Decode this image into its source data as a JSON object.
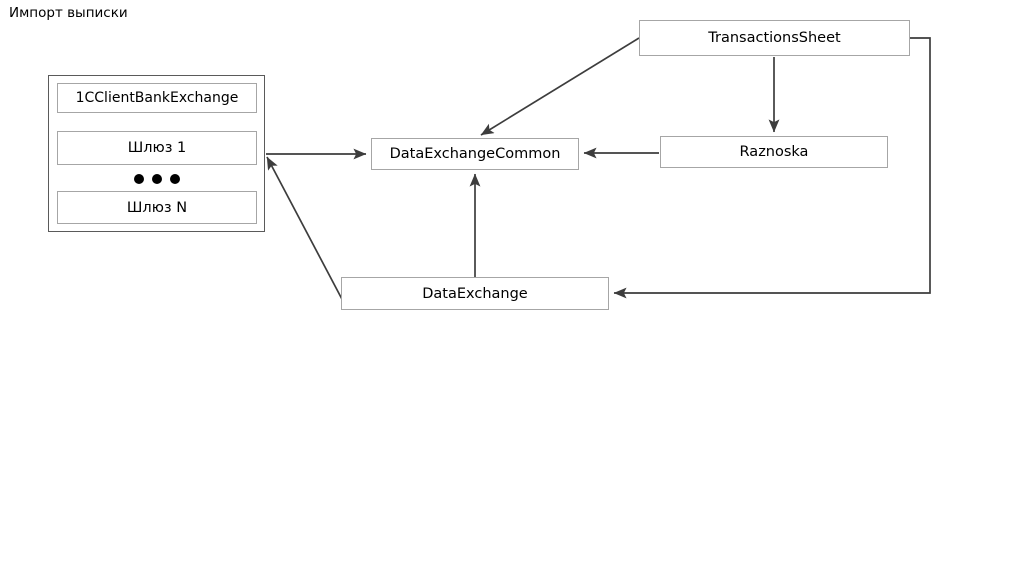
{
  "page": {
    "title": "Импорт выписки",
    "background_color": "#ffffff"
  },
  "diagram": {
    "type": "flow-diagram",
    "colors": {
      "group_border": "#5a5a5a",
      "node_border": "#a6a6a6",
      "node_fill": "#ffffff",
      "edge": "#404040",
      "text": "#000000"
    },
    "group": {
      "name": "client-bank-exchange-group",
      "nodes": [
        {
          "id": "1c",
          "label": "1CClientBankExchange"
        },
        {
          "id": "gateway-1",
          "label": "Шлюз 1"
        },
        {
          "id": "ellipsis",
          "label": "•••"
        },
        {
          "id": "gateway-n",
          "label": "Шлюз N"
        }
      ]
    },
    "nodes": [
      {
        "id": "transactionssheet",
        "label": "TransactionsSheet"
      },
      {
        "id": "raznoska",
        "label": "Raznoska"
      },
      {
        "id": "dataexchangecommon",
        "label": "DataExchangeCommon"
      },
      {
        "id": "dataexchange",
        "label": "DataExchange"
      }
    ],
    "edges": [
      {
        "from": "client-bank-exchange-group",
        "to": "dataexchangecommon",
        "style": "straight-horizontal",
        "arrow": "end"
      },
      {
        "from": "transactionssheet",
        "to": "dataexchangecommon",
        "style": "diagonal",
        "arrow": "end"
      },
      {
        "from": "transactionssheet",
        "to": "raznoska",
        "style": "straight-vertical",
        "arrow": "end"
      },
      {
        "from": "raznoska",
        "to": "dataexchangecommon",
        "style": "straight-horizontal",
        "arrow": "end"
      },
      {
        "from": "dataexchange",
        "to": "dataexchangecommon",
        "style": "straight-vertical",
        "arrow": "end"
      },
      {
        "from": "dataexchange",
        "to": "client-bank-exchange-group",
        "style": "diagonal",
        "arrow": "end"
      },
      {
        "from": "transactionssheet",
        "to": "dataexchange",
        "style": "orthogonal-right",
        "arrow": "end"
      }
    ]
  }
}
